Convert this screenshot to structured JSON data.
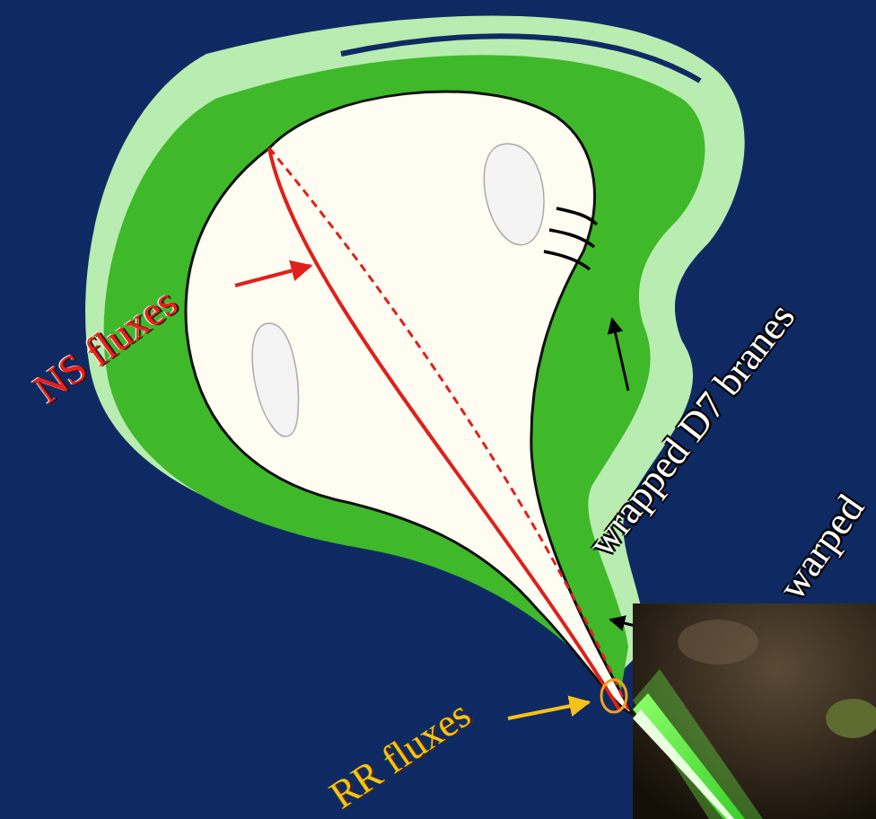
{
  "diagram": {
    "labels": [
      "NS fluxes",
      "wrapped D7 branes",
      "warped",
      "RR fluxes"
    ]
  }
}
